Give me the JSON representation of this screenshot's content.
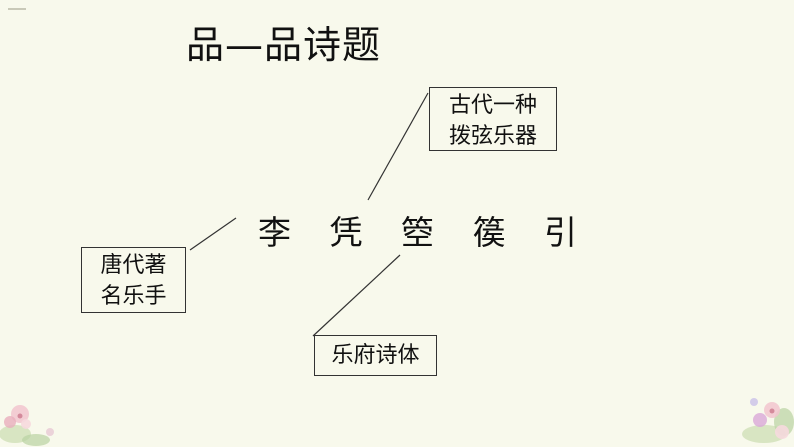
{
  "title": "品—品诗题",
  "main_text": "李 凭 箜 篌 引",
  "annotations": {
    "instrument": {
      "line1": "古代一种",
      "line2": "拨弦乐器"
    },
    "musician": {
      "line1": "唐代著",
      "line2": "名乐手"
    },
    "genre": {
      "line1": "乐府诗体"
    }
  },
  "colors": {
    "background": "#f8f9ec",
    "text": "#111111",
    "border": "#333333"
  }
}
